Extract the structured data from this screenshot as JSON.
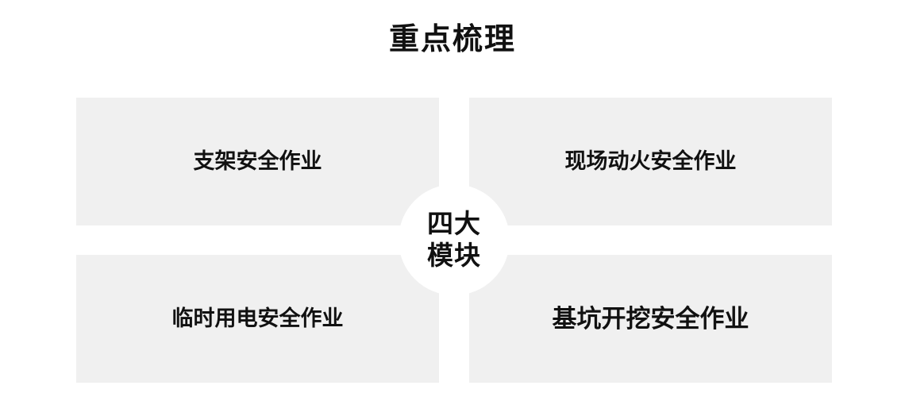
{
  "title": "重点梳理",
  "center": {
    "line1": "四大",
    "line2": "模块"
  },
  "modules": {
    "top_left": "支架安全作业",
    "top_right": "现场动火安全作业",
    "bottom_left": "临时用电安全作业",
    "bottom_right": "基坑开挖安全作业"
  },
  "colors": {
    "panel_background": "#f0f0f0",
    "text": "#111111",
    "page_background": "#ffffff"
  }
}
